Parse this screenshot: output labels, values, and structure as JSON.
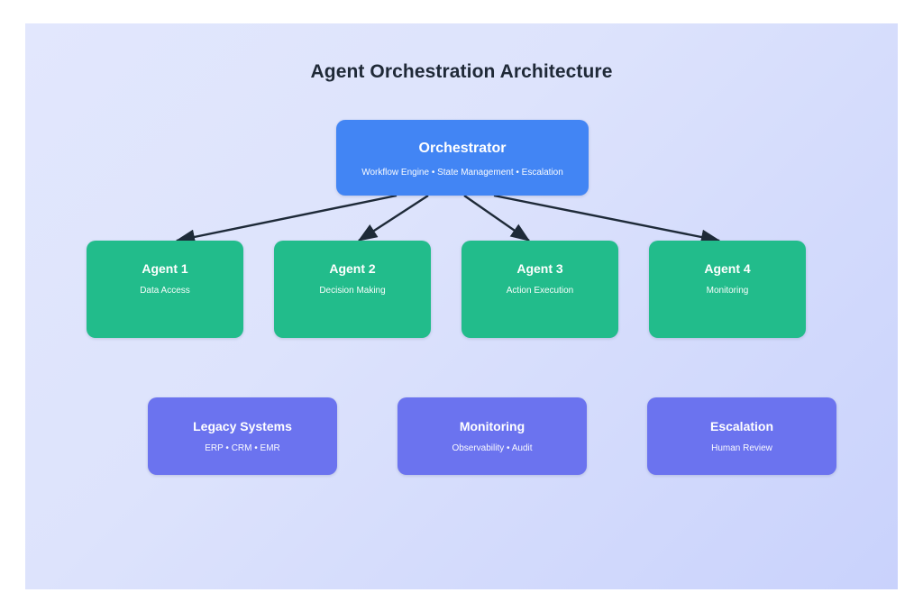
{
  "diagram": {
    "title": "Agent Orchestration Architecture",
    "background_color": "#dde3fc",
    "nodes": {
      "orchestrator": {
        "title": "Orchestrator",
        "subtitle": "Workflow Engine • State Management • Escalation",
        "color": "#4285f4"
      },
      "agents": [
        {
          "title": "Agent 1",
          "subtitle": "Data Access",
          "color": "#22bc8b"
        },
        {
          "title": "Agent 2",
          "subtitle": "Decision Making",
          "color": "#22bc8b"
        },
        {
          "title": "Agent 3",
          "subtitle": "Action Execution",
          "color": "#22bc8b"
        },
        {
          "title": "Agent 4",
          "subtitle": "Monitoring",
          "color": "#22bc8b"
        }
      ],
      "support": [
        {
          "title": "Legacy Systems",
          "subtitle": "ERP • CRM • EMR",
          "color": "#6b73ef"
        },
        {
          "title": "Monitoring",
          "subtitle": "Observability • Audit",
          "color": "#6b73ef"
        },
        {
          "title": "Escalation",
          "subtitle": "Human Review",
          "color": "#6b73ef"
        }
      ]
    },
    "connectors": {
      "color": "#1e2a38",
      "edges": [
        {
          "from": "orchestrator",
          "to": "Agent 1"
        },
        {
          "from": "orchestrator",
          "to": "Agent 2"
        },
        {
          "from": "orchestrator",
          "to": "Agent 3"
        },
        {
          "from": "orchestrator",
          "to": "Agent 4"
        }
      ]
    }
  }
}
